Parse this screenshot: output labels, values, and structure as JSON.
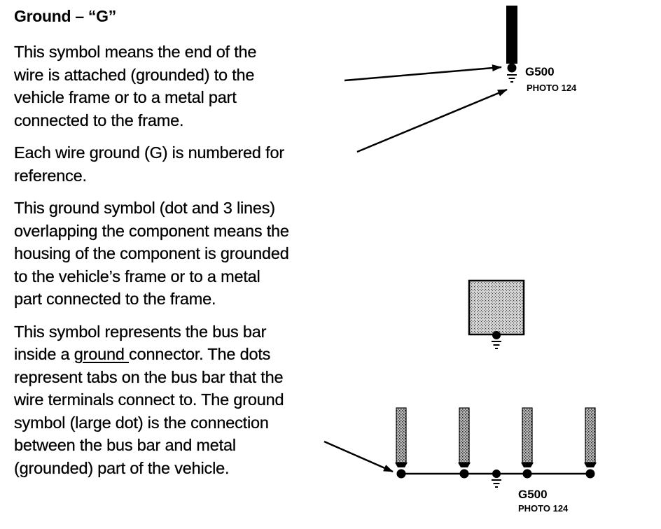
{
  "heading": "Ground – “G”",
  "paragraphs": {
    "p1": [
      "This symbol means the end of the",
      "wire is attached (grounded) to the",
      "vehicle frame or to a metal part",
      "connected to the frame."
    ],
    "p2": [
      "Each wire ground (G) is numbered for",
      "reference."
    ],
    "p3": [
      "This ground symbol (dot and 3 lines)",
      "overlapping the component means the",
      "housing of the component is grounded",
      "to the vehicle’s frame or to a metal",
      "part connected to the frame."
    ],
    "p4": {
      "line1": "This symbol represents the bus bar",
      "line2_before": "inside a ",
      "line2_underlined": "ground ",
      "line2_after": "connector. The dots",
      "line3": "represent tabs on the bus bar that the",
      "line4": "wire terminals connect to. The ground",
      "line5": "symbol (large dot) is the connection",
      "line6": "between the bus bar and metal",
      "line7": "(grounded) part of the vehicle."
    }
  },
  "diagrams": {
    "top_ground": {
      "label": "G500",
      "sublabel": "PHOTO 124"
    },
    "bus_bar": {
      "label": "G500",
      "sublabel": "PHOTO 124",
      "wire_count": 4
    }
  },
  "colors": {
    "ink": "#000000",
    "wire_fill": "#9a9a9a",
    "component_fill": "#b4b4b4"
  }
}
